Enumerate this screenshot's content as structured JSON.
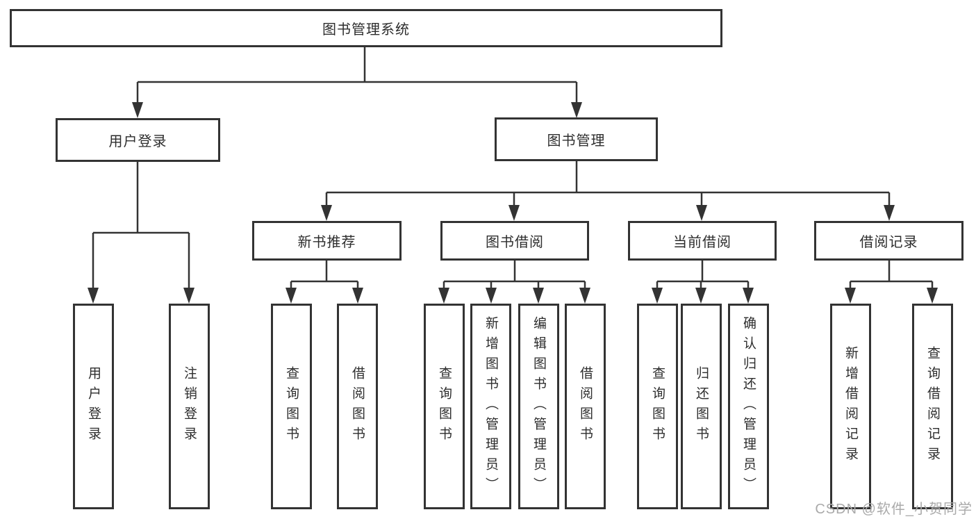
{
  "diagram": {
    "title_node": {
      "label": "图书管理系统"
    },
    "level2": [
      {
        "label": "用户登录"
      },
      {
        "label": "图书管理"
      }
    ],
    "level3": [
      {
        "label": "新书推荐"
      },
      {
        "label": "图书借阅"
      },
      {
        "label": "当前借阅"
      },
      {
        "label": "借阅记录"
      }
    ],
    "level4": [
      {
        "label": "用户登录",
        "parent": "用户登录"
      },
      {
        "label": "注销登录",
        "parent": "用户登录"
      },
      {
        "label": "查询图书",
        "parent": "新书推荐"
      },
      {
        "label": "借阅图书",
        "parent": "新书推荐"
      },
      {
        "label": "查询图书",
        "parent": "图书借阅"
      },
      {
        "label": "新增图书（管理员）",
        "parent": "图书借阅"
      },
      {
        "label": "编辑图书（管理员）",
        "parent": "图书借阅"
      },
      {
        "label": "借阅图书",
        "parent": "图书借阅"
      },
      {
        "label": "查询图书",
        "parent": "当前借阅"
      },
      {
        "label": "归还图书",
        "parent": "当前借阅"
      },
      {
        "label": "确认归还（管理员）",
        "parent": "当前借阅"
      },
      {
        "label": "新增借阅记录",
        "parent": "借阅记录"
      },
      {
        "label": "查询借阅记录",
        "parent": "借阅记录"
      }
    ],
    "watermark": "CSDN @软件_小贺同学",
    "colors": {
      "line": "#333333",
      "text": "#2d2d2d",
      "watermark": "#aaaaaa",
      "background": "#ffffff"
    }
  }
}
